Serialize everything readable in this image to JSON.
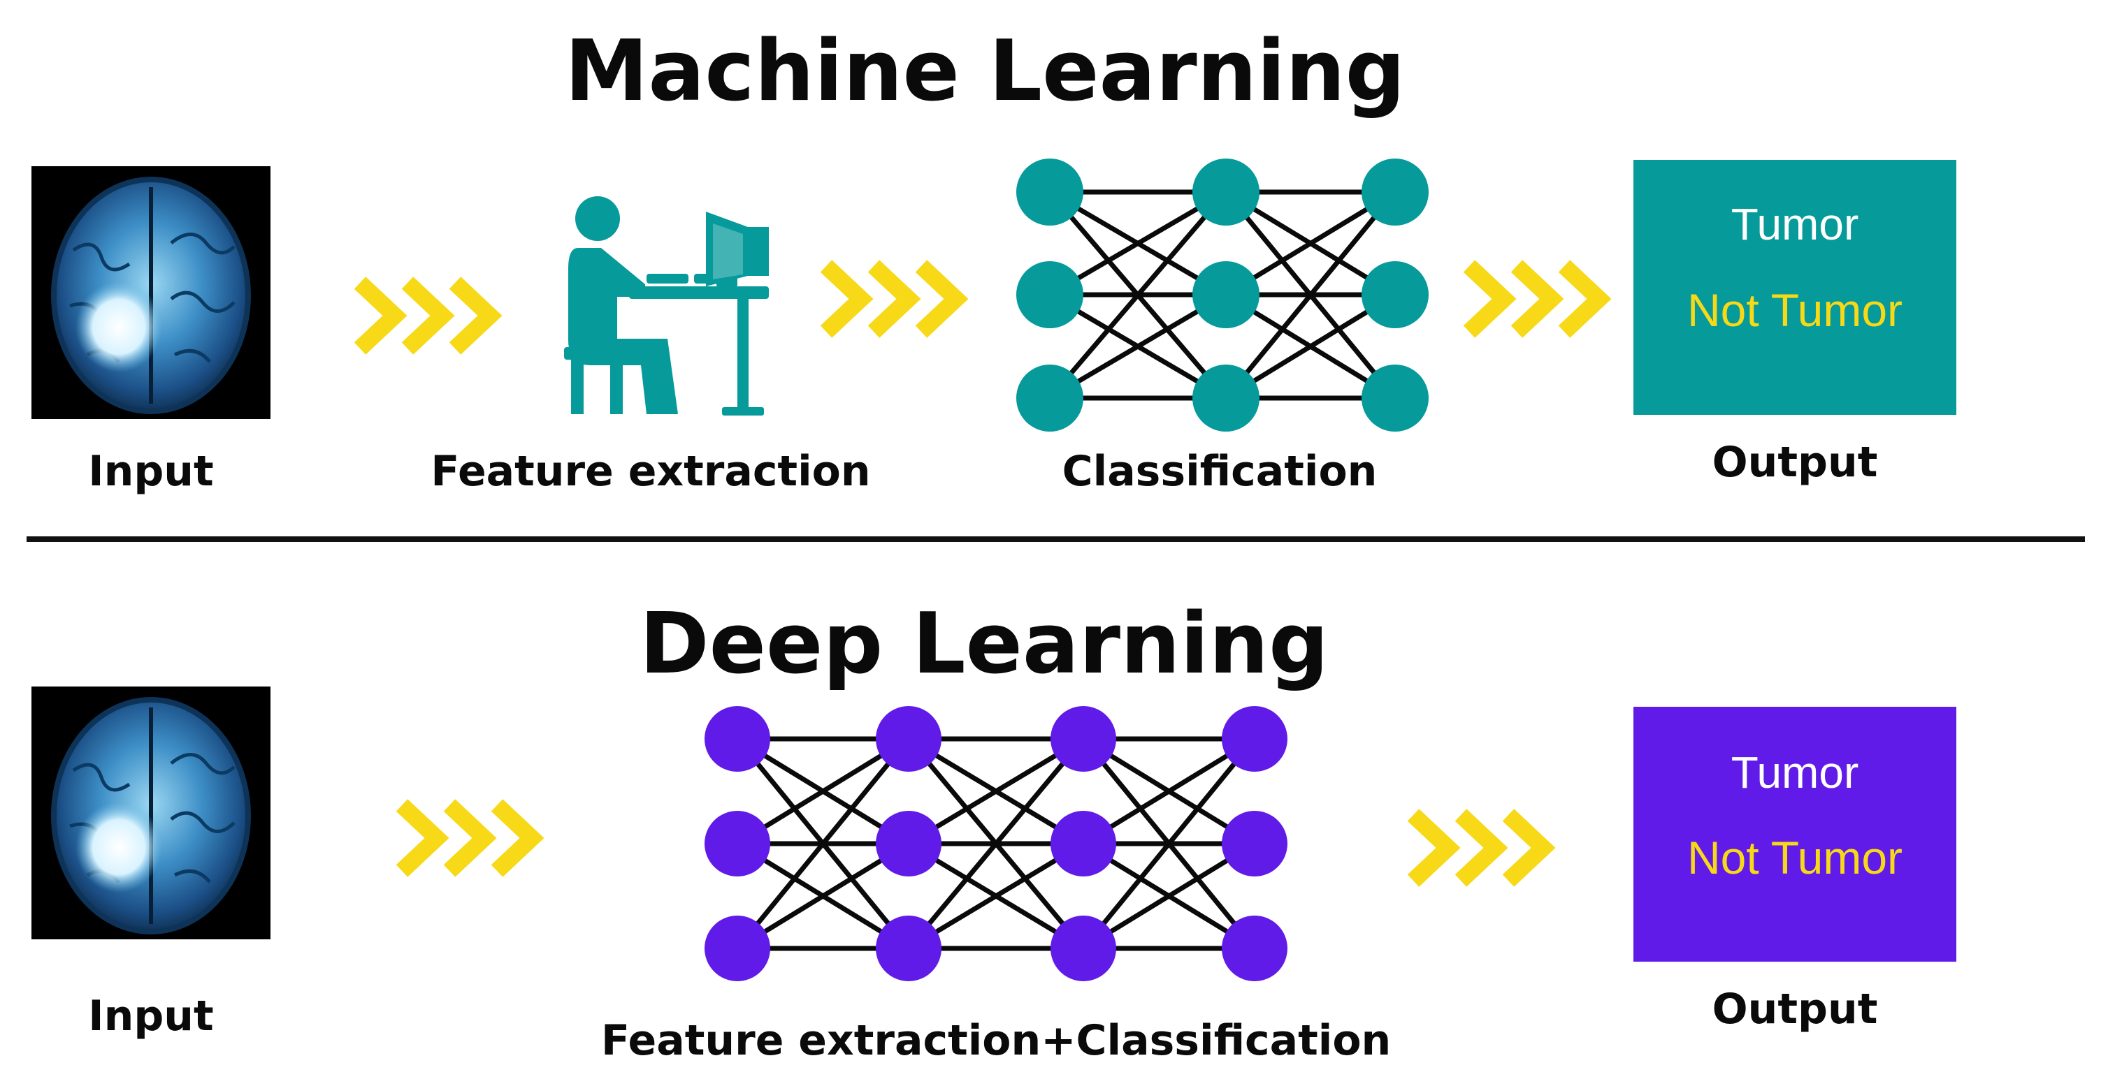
{
  "colors": {
    "ml_accent": "#069a9a",
    "dl_accent": "#611be8",
    "arrow": "#f7d918",
    "output_positive_text": "#ffffff",
    "output_negative_text": "#f7d918"
  },
  "machine_learning": {
    "title": "Machine Learning",
    "input_label": "Input",
    "feature_label": "Feature extraction",
    "classification_label": "Classification",
    "output_label": "Output",
    "output_box": {
      "tumor": "Tumor",
      "not_tumor": "Not Tumor"
    },
    "icons": [
      "brain-mri-icon",
      "chevrons-right-icon",
      "person-at-computer-icon",
      "neural-network-icon"
    ]
  },
  "deep_learning": {
    "title": "Deep Learning",
    "input_label": "Input",
    "combined_label": "Feature extraction+Classification",
    "output_label": "Output",
    "output_box": {
      "tumor": "Tumor",
      "not_tumor": "Not Tumor"
    },
    "icons": [
      "brain-mri-icon",
      "chevrons-right-icon",
      "neural-network-icon"
    ]
  }
}
